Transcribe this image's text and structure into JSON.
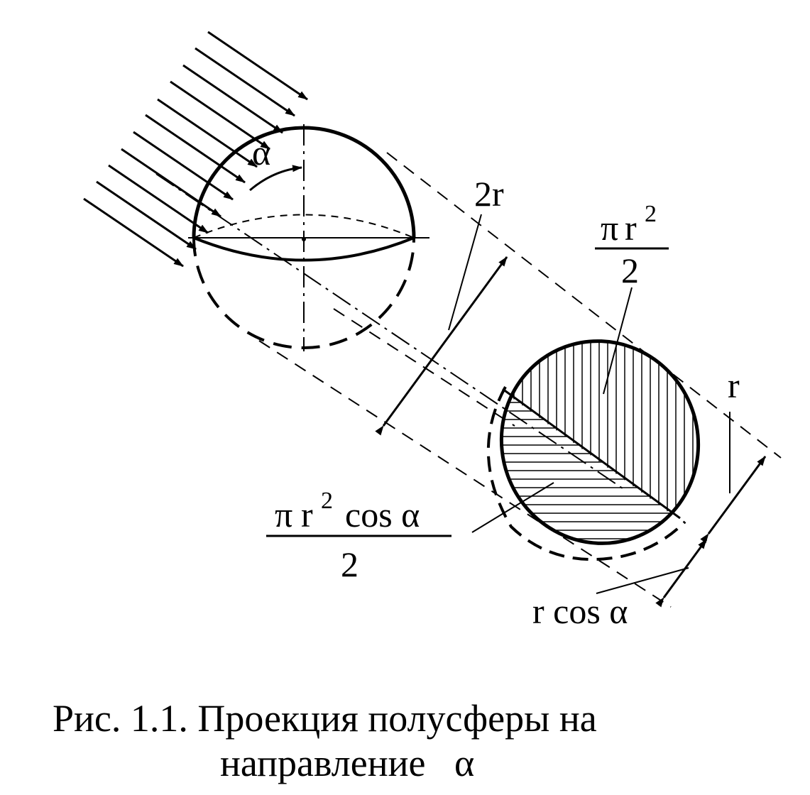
{
  "labels": {
    "alpha": "α",
    "two_r": "2r",
    "pi_r2_num_pi": "π",
    "pi_r2_num_r": "r",
    "pi_r2_num_exp": "2",
    "pi_r2_den": "2",
    "r": "r",
    "left_num_pi": "π",
    "left_num_r": "r",
    "left_num_exp": "2",
    "left_num_cos": "cos α",
    "left_den": "2",
    "rcos": "r cos α"
  },
  "caption": {
    "line1": "Рис. 1.1. Проекция полусферы на",
    "line2": "направление   α"
  }
}
